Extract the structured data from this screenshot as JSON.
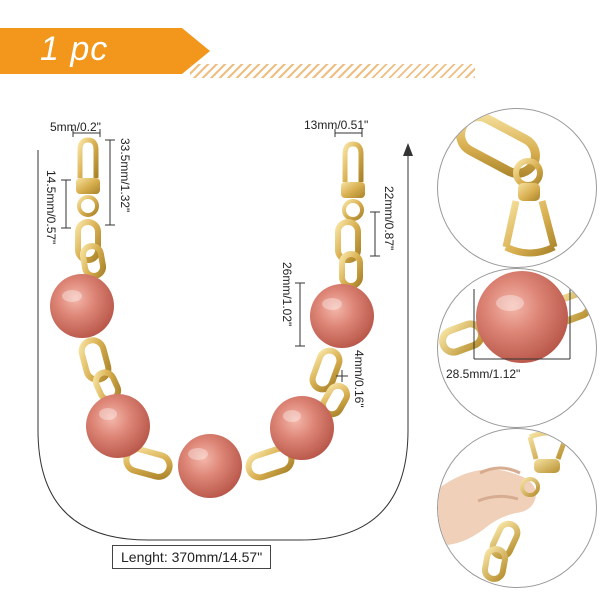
{
  "banner": {
    "label": "1 pc",
    "color": "#f2971b"
  },
  "dimensions": {
    "d_5mm": "5mm/0.2\"",
    "d_33_5mm": "33.5mm/1.32\"",
    "d_14_5mm": "14.5mm/0.57\"",
    "d_13mm": "13mm/0.51\"",
    "d_22mm": "22mm/0.87\"",
    "d_26mm": "26mm/1.02\"",
    "d_4mm": "4mm/0.16\"",
    "d_28_5mm": "28.5mm/1.12\""
  },
  "length_label": "Lenght: 370mm/14.57\"",
  "colors": {
    "bead": "#d97a6c",
    "bead_light": "#f0b3a6",
    "gold": "#e7c66a",
    "gold_dark": "#b8902f",
    "skin": "#f1d0b9"
  },
  "icons": {
    "clasp": "swivel-clasp-icon",
    "bead": "resin-bead-icon",
    "hand": "hand-holding-icon"
  }
}
